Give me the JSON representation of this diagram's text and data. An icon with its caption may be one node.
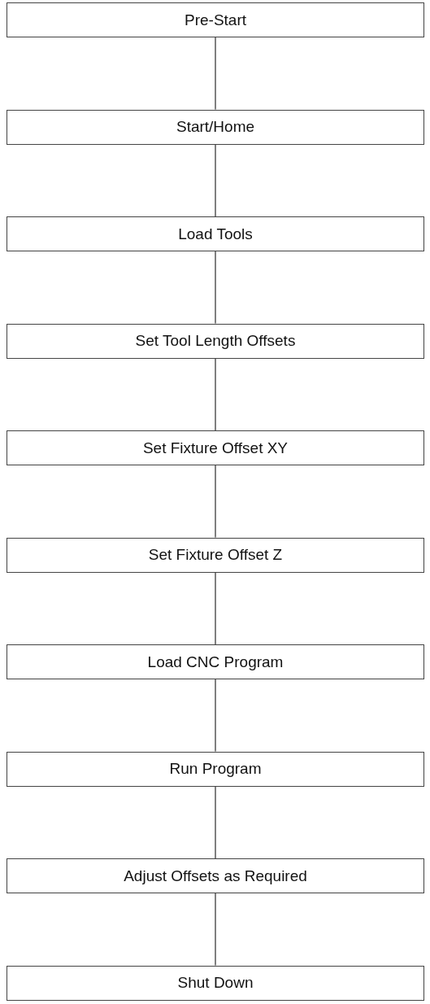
{
  "diagram": {
    "nodes": [
      {
        "text": [
          "Pre-Start"
        ]
      },
      {
        "text": [
          "Start/Home"
        ]
      },
      {
        "text": [
          "Load Tools"
        ]
      },
      {
        "text": [
          "Set Tool Length Offsets"
        ]
      },
      {
        "text": [
          "Set Fixture Offset XY"
        ]
      },
      {
        "text": [
          "Set Fixture Offset Z"
        ]
      },
      {
        "text": [
          "Load CNC Program"
        ]
      },
      {
        "text": [
          "Run Program"
        ]
      },
      {
        "text": [
          "Adjust Offsets as Required"
        ]
      },
      {
        "text": [
          "Shut Down"
        ]
      }
    ],
    "edges": [
      {
        "from": 0,
        "to": 1,
        "arrow": "none"
      },
      {
        "from": 1,
        "to": 2,
        "arrow": "none"
      },
      {
        "from": 2,
        "to": 3,
        "arrow": "none"
      },
      {
        "from": 3,
        "to": 4,
        "arrow": "none"
      },
      {
        "from": 4,
        "to": 5,
        "arrow": "none"
      },
      {
        "from": 5,
        "to": 6,
        "arrow": "none"
      },
      {
        "from": 6,
        "to": 7,
        "arrow": "none"
      },
      {
        "from": 7,
        "to": 8,
        "arrow": "none"
      },
      {
        "from": 8,
        "to": 9,
        "arrow": "none"
      }
    ]
  }
}
